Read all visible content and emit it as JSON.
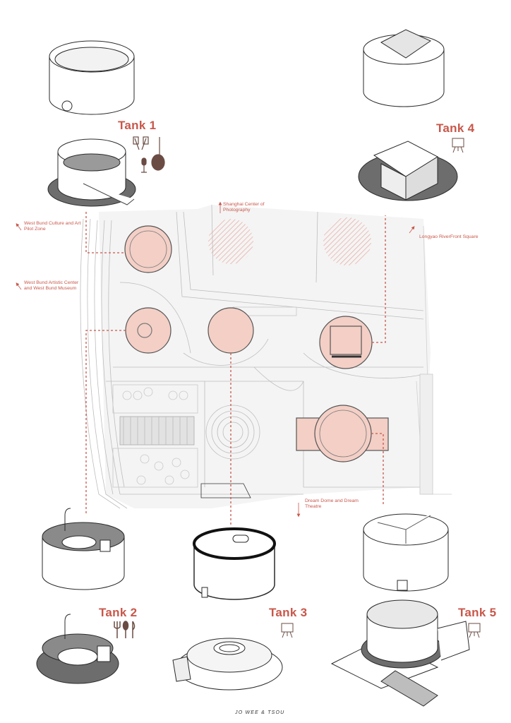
{
  "tanks": {
    "tank1": {
      "title": "Tank 1",
      "program_icons": [
        "cheers-icon",
        "guitar-icon",
        "microphone-icon"
      ]
    },
    "tank2": {
      "title": "Tank 2",
      "program_icons": [
        "fork-knife-icon"
      ]
    },
    "tank3": {
      "title": "Tank 3",
      "program_icons": [
        "easel-icon"
      ]
    },
    "tank4": {
      "title": "Tank 4",
      "program_icons": [
        "easel-icon"
      ]
    },
    "tank5": {
      "title": "Tank 5",
      "program_icons": [
        "easel-icon"
      ]
    }
  },
  "places": {
    "shanghai_photo": "Shanghai Center of Photography",
    "west_bund_culture": "West Bund Culture and Art Pilot Zone",
    "west_bund_artistic": "West Bund Artistic Center and West Bund Museum",
    "longyao": "Longyao RiverFront Square",
    "dream_dome": "Dream Dome and Dream Theatre"
  },
  "credit": "JO WEE & TSOU",
  "colors": {
    "accent": "#c8574a",
    "tank_fill": "#f3cfc6",
    "line": "#2a2a2a",
    "site": "#bdbdbd"
  }
}
